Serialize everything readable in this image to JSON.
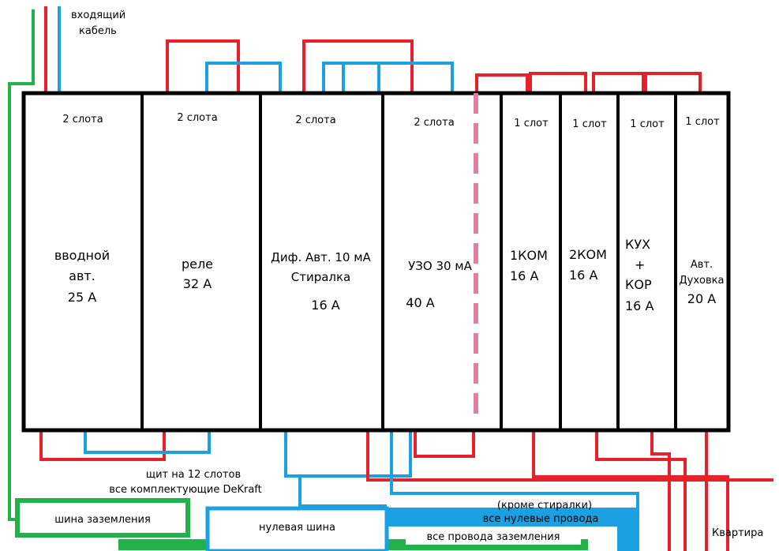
{
  "incoming_cable": [
    "входящий",
    "кабель"
  ],
  "modules": [
    {
      "slots": "2 слота",
      "name_lines": [
        "вводной",
        "авт."
      ],
      "rating": "25 А"
    },
    {
      "slots": "2 слота",
      "name_lines": [
        "реле"
      ],
      "rating": "32 А"
    },
    {
      "slots": "2 слота",
      "name_lines": [
        "Диф. Авт. 10 мА",
        "Стиралка"
      ],
      "rating": "16 А"
    },
    {
      "slots": "2 слота",
      "name_lines": [
        "УЗО 30 мА"
      ],
      "rating": "40 А"
    },
    {
      "slots": "1 слот",
      "name_lines": [
        "1КОМ"
      ],
      "rating": "16 А"
    },
    {
      "slots": "1 слот",
      "name_lines": [
        "2КОМ"
      ],
      "rating": "16 А"
    },
    {
      "slots": "1 слот",
      "name_lines": [
        "КУХ",
        "+",
        "КОР"
      ],
      "rating": "16 А"
    },
    {
      "slots": "1 слот",
      "name_lines": [
        "Авт.",
        "Духовка"
      ],
      "rating": "20 А"
    }
  ],
  "panel_caption": [
    "щит на 12 слотов",
    "все комплектующие DeKraft"
  ],
  "ground_bus": "шина заземления",
  "neutral_bus": "нулевая шина",
  "neutral_note": [
    "(кроме стиралки)",
    "все нулевые провода"
  ],
  "ground_note": "все провода заземления",
  "apartment": "Квартира",
  "colors": {
    "phase": "#e8202a",
    "neutral": "#1ba1e2",
    "ground": "#21b34a",
    "rcd_mark": "#e07fa0"
  }
}
